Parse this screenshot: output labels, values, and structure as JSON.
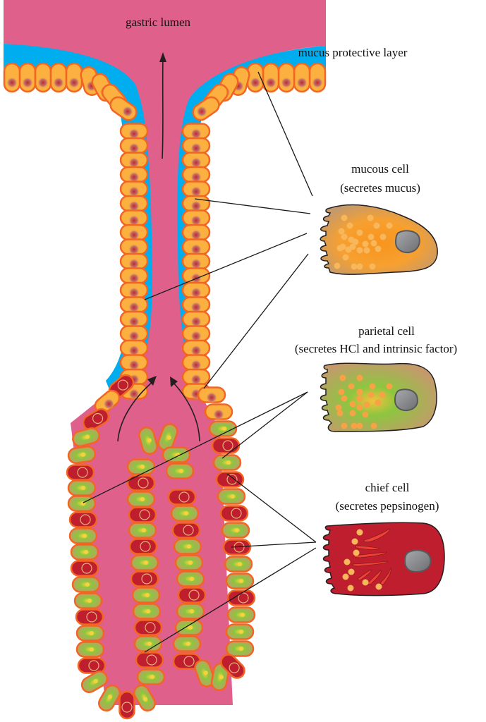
{
  "diagram": {
    "title_label": "gastric lumen",
    "mucus_layer_label": "mucus protective layer",
    "cells": [
      {
        "key": "mucous",
        "name": "mucous cell",
        "secretion": "(secretes mucus)"
      },
      {
        "key": "parietal",
        "name": "parietal cell",
        "secretion": "(secretes HCl and intrinsic factor)"
      },
      {
        "key": "chief",
        "name": "chief cell",
        "secretion": "(secretes pepsinogen)"
      }
    ]
  },
  "colors": {
    "lumen": "#e0608c",
    "mucus": "#00aeef",
    "mucous_cell": "#fbb040",
    "cell_border": "#f26522",
    "parietal_cell": "#8dc63f",
    "chief_cell": "#be1e2d",
    "nucleus": "#808285",
    "cell_brown": "#c49a6c"
  }
}
